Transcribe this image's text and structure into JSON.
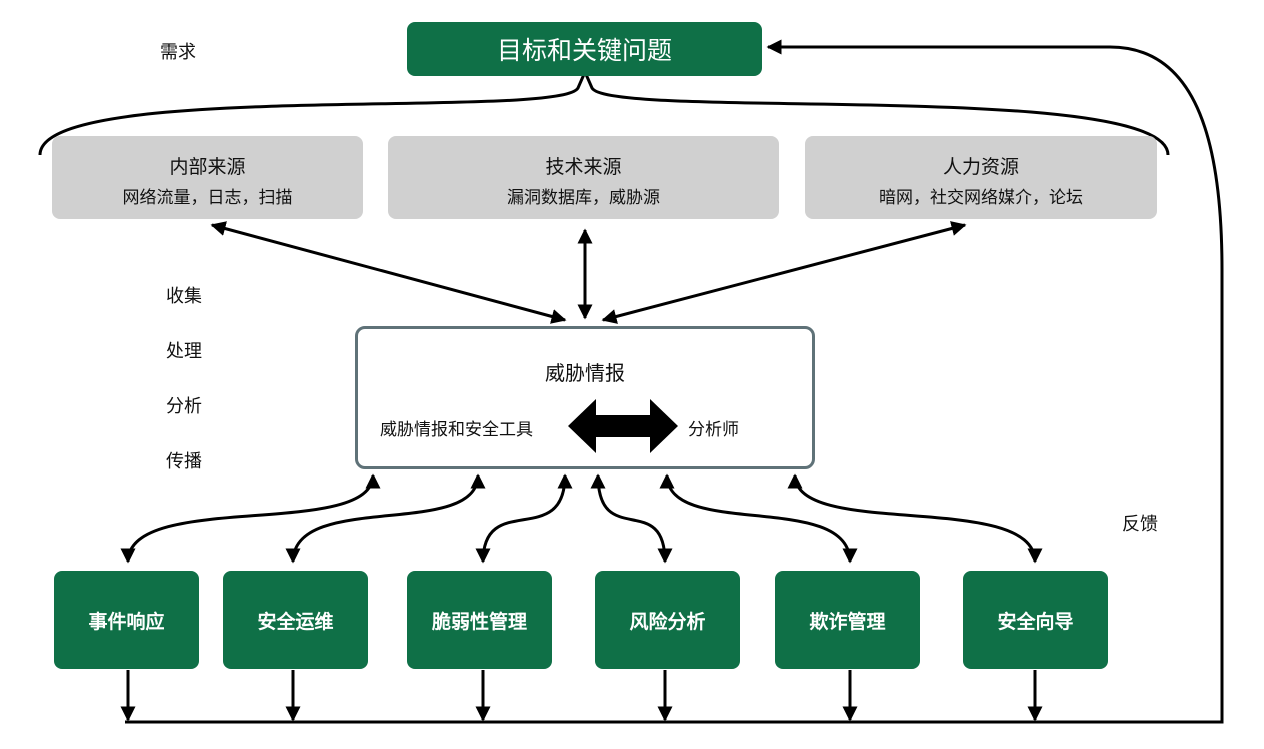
{
  "goal_box": "目标和关键问题",
  "requirement_label": "需求",
  "sources": [
    {
      "title": "内部来源",
      "subtitle": "网络流量，日志，扫描"
    },
    {
      "title": "技术来源",
      "subtitle": "漏洞数据库，威胁源"
    },
    {
      "title": "人力资源",
      "subtitle": "暗网，社交网络媒介，论坛"
    }
  ],
  "process_labels": [
    "收集",
    "处理",
    "分析",
    "传播"
  ],
  "center": {
    "title": "威胁情报",
    "left": "威胁情报和安全工具",
    "right": "分析师"
  },
  "feedback_label": "反馈",
  "applications": [
    "事件响应",
    "安全运维",
    "脆弱性管理",
    "风险分析",
    "欺诈管理",
    "安全向导"
  ],
  "colors": {
    "accent": "#0f7047",
    "source_fill": "#d0d0d0",
    "center_border": "#5f7278"
  }
}
